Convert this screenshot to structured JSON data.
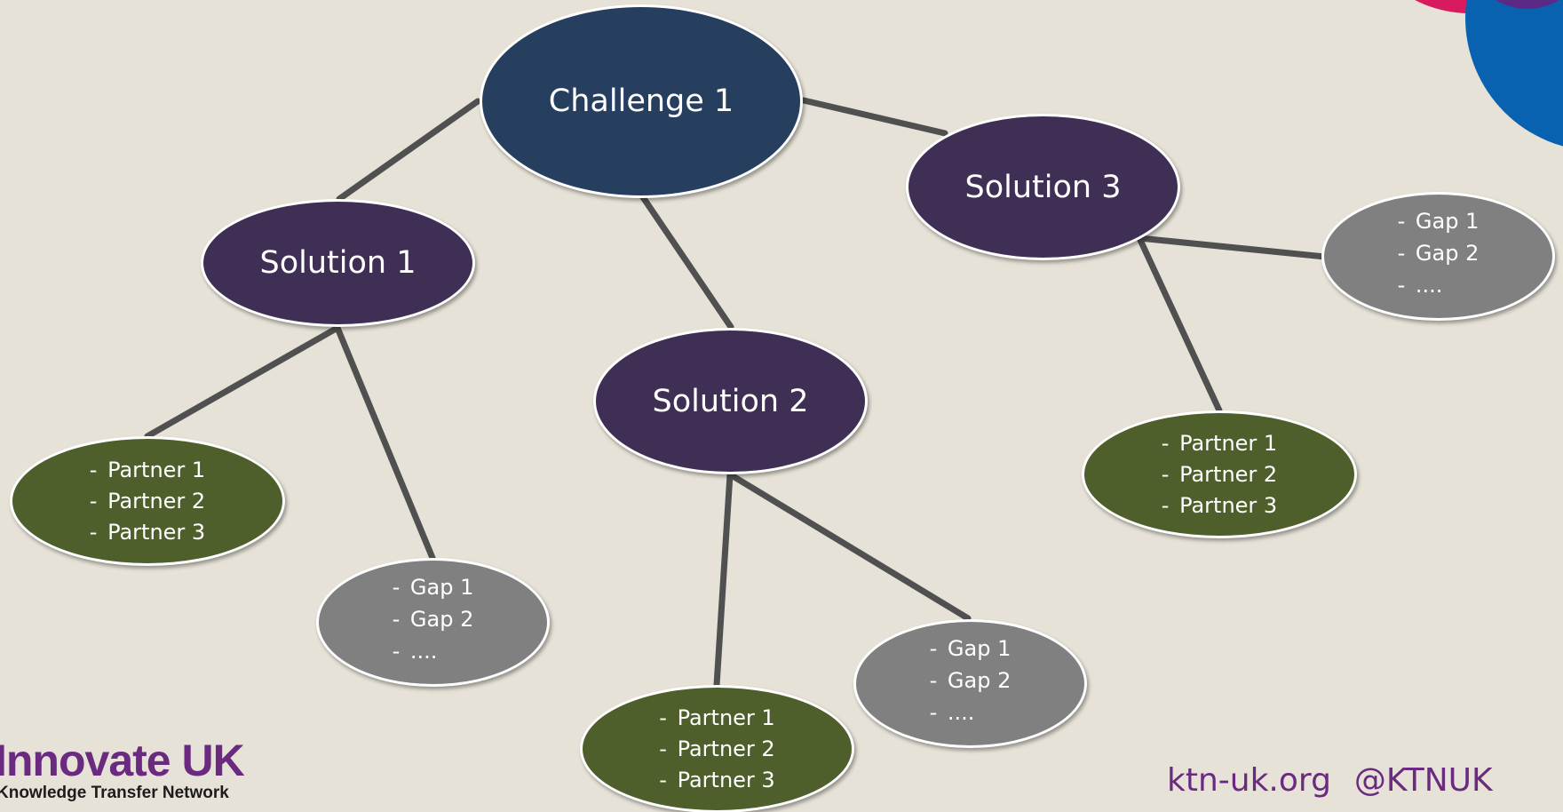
{
  "diagram": {
    "challenge": {
      "title": "Challenge 1"
    },
    "solutions": [
      {
        "title": "Solution 1",
        "partners": [
          "Partner 1",
          "Partner 2",
          "Partner 3"
        ],
        "gaps": [
          "Gap 1",
          "Gap 2",
          "...."
        ]
      },
      {
        "title": "Solution 2",
        "partners": [
          "Partner 1",
          "Partner 2",
          "Partner 3"
        ],
        "gaps": [
          "Gap 1",
          "Gap 2",
          "...."
        ]
      },
      {
        "title": "Solution 3",
        "partners": [
          "Partner 1",
          "Partner 2",
          "Partner 3"
        ],
        "gaps": [
          "Gap 1",
          "Gap 2",
          "...."
        ]
      }
    ]
  },
  "branding": {
    "logo_name": "Innovate UK",
    "logo_subtitle": "Knowledge Transfer Network",
    "website": "ktn-uk.org",
    "handle": "@KTNUK"
  },
  "colors": {
    "background": "#e6e2d7",
    "challenge": "#263f5f",
    "solution": "#3f2f55",
    "partner": "#4f5f2b",
    "gap": "#808080",
    "connector": "#505050",
    "brand": "#6a2a7f"
  }
}
